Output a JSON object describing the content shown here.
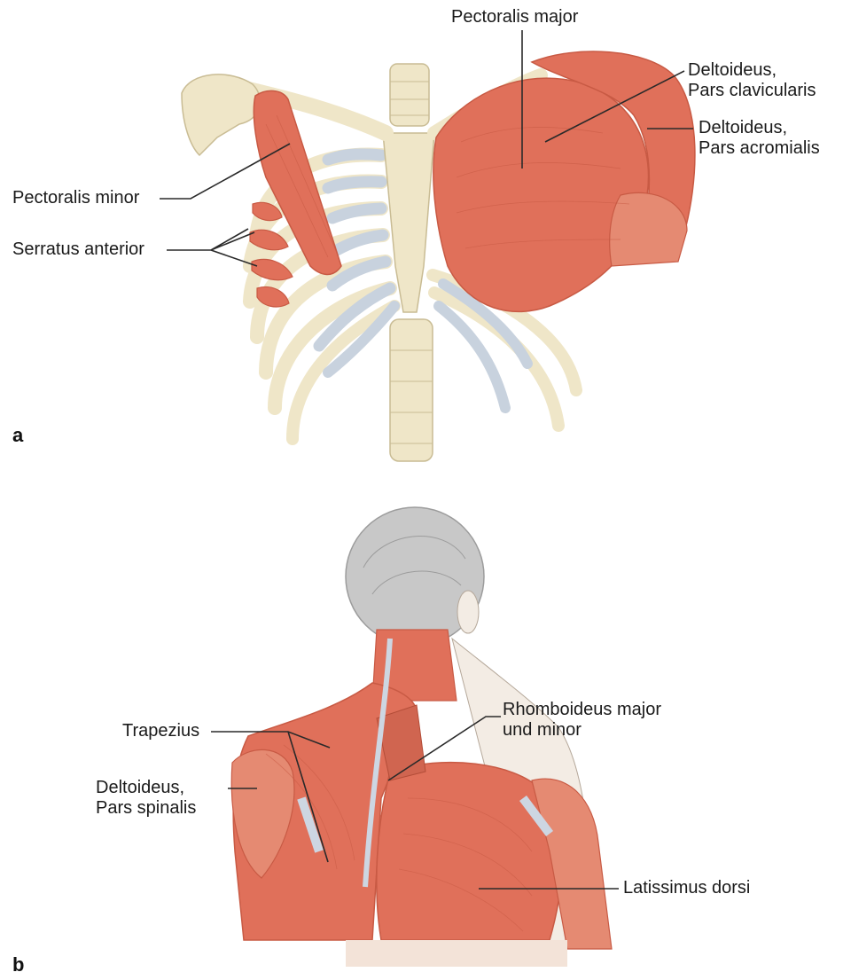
{
  "panel_a": {
    "letter": "a",
    "labels": {
      "pectoralis_major": "Pectoralis major",
      "deltoideus_clavicularis_1": "Deltoideus,",
      "deltoideus_clavicularis_2": "Pars clavicularis",
      "deltoideus_acromialis_1": "Deltoideus,",
      "deltoideus_acromialis_2": "Pars acromialis",
      "pectoralis_minor": "Pectoralis minor",
      "serratus_anterior": "Serratus anterior"
    }
  },
  "panel_b": {
    "letter": "b",
    "labels": {
      "trapezius": "Trapezius",
      "rhomboideus_1": "Rhomboideus major",
      "rhomboideus_2": "und minor",
      "deltoideus_spinalis_1": "Deltoideus,",
      "deltoideus_spinalis_2": "Pars spinalis",
      "latissimus_dorsi": "Latissimus dorsi"
    }
  },
  "colors": {
    "muscle": "#e0705a",
    "muscle_dark": "#c85a44",
    "bone": "#efe6c8",
    "bone_outline": "#c9bc94",
    "cartilage": "#c8d2de",
    "tendon": "#cdd6e2",
    "hair": "#c8c8c8",
    "skin": "#f3ece4"
  }
}
